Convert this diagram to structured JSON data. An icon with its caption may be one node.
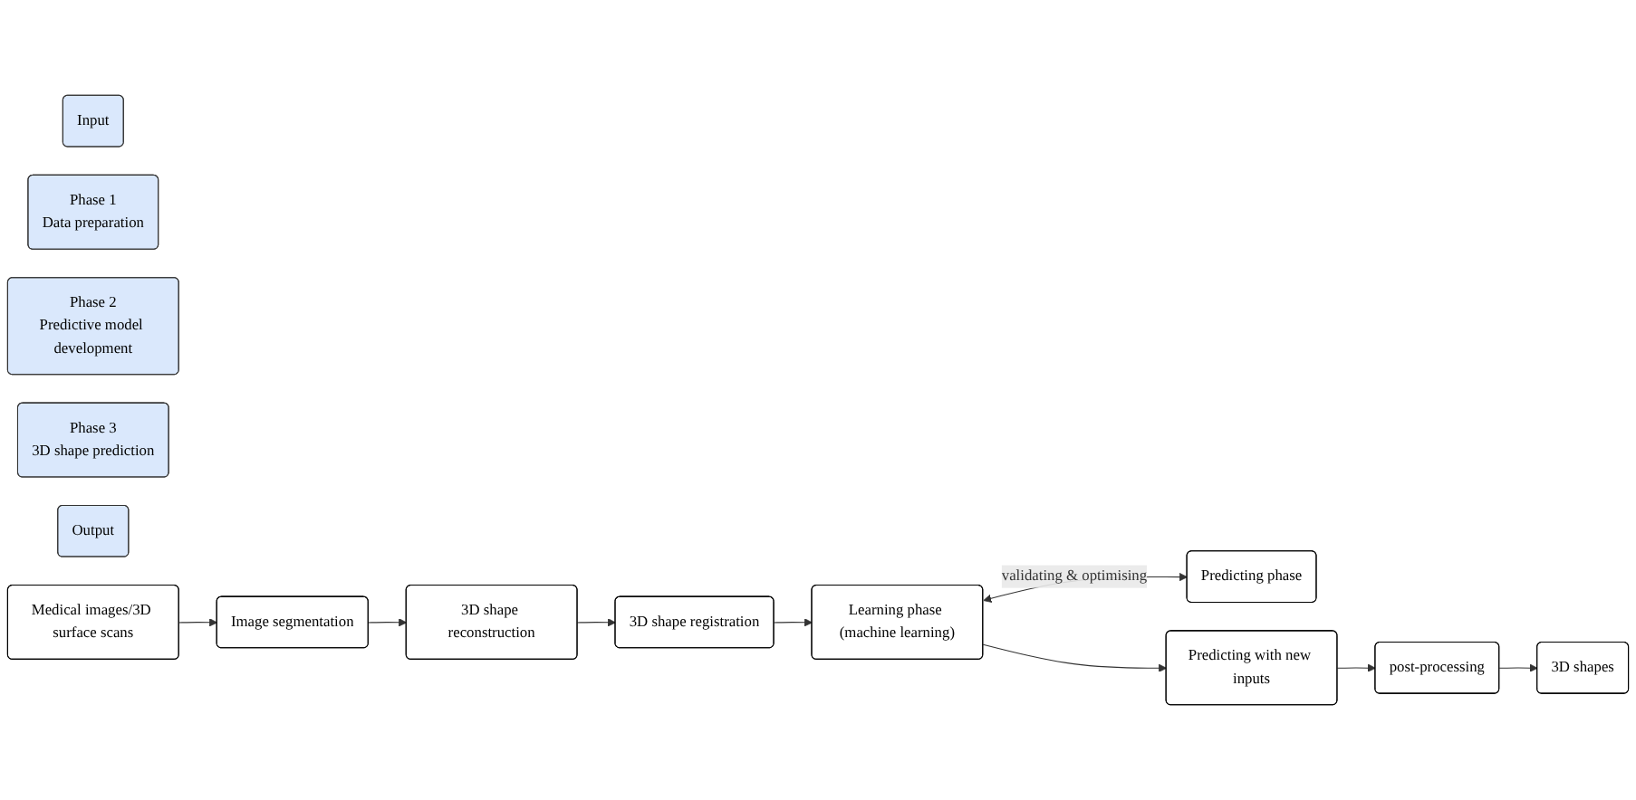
{
  "diagram": {
    "nodes": [
      {
        "text": [
          "Input"
        ]
      },
      {
        "text": [
          "Phase 1",
          "Data preparation"
        ]
      },
      {
        "text": [
          "Phase 2",
          "Predictive model development"
        ]
      },
      {
        "text": [
          "Phase 3",
          "3D shape prediction"
        ]
      },
      {
        "text": [
          "Output"
        ]
      },
      {
        "text": [
          "Medical images/3D surface scans"
        ]
      },
      {
        "text": [
          "Image segmentation"
        ]
      },
      {
        "text": [
          "3D shape reconstruction"
        ]
      },
      {
        "text": [
          "3D shape registration"
        ]
      },
      {
        "text": [
          "Learning phase (machine learning)"
        ]
      },
      {
        "text": [
          "Predicting phase"
        ]
      },
      {
        "text": [
          "Predicting with new inputs"
        ]
      },
      {
        "text": [
          "post-processing"
        ]
      },
      {
        "text": [
          "3D shapes"
        ]
      }
    ],
    "edges": [
      {
        "from": 5,
        "to": 6,
        "arrow": "to"
      },
      {
        "from": 6,
        "to": 7,
        "arrow": "to"
      },
      {
        "from": 7,
        "to": 8,
        "arrow": "to"
      },
      {
        "from": 8,
        "to": 9,
        "arrow": "to"
      },
      {
        "from": 9,
        "to": 10,
        "arrow": "both",
        "label": "validating & optimising"
      },
      {
        "from": 9,
        "to": 11,
        "arrow": "to"
      },
      {
        "from": 11,
        "to": 12,
        "arrow": "to"
      },
      {
        "from": 12,
        "to": 13,
        "arrow": "to"
      }
    ]
  }
}
